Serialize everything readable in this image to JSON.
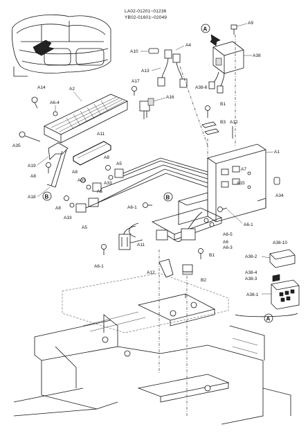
{
  "header": {
    "serial_line_1": "LA02-01201~01236",
    "serial_line_2": "YB02-01601~02049"
  },
  "callouts": {
    "A": "A",
    "B": "B"
  },
  "labels": {
    "a1": "A1",
    "a2": "A2",
    "a4": "A4",
    "a5": "A5",
    "a6": "A6",
    "a6_1": "A6-1",
    "a6_3": "A6-3",
    "a6_4": "A6-4",
    "a6_5": "A6-5",
    "a7": "A7",
    "a8": "A8",
    "a9": "A9",
    "a10": "A10",
    "a11": "A11",
    "a12": "A12",
    "a13": "A13",
    "a14": "A14",
    "a15": "A15",
    "a16": "A16",
    "a17": "A17",
    "a18": "A18",
    "a19": "A19",
    "a33": "A33",
    "a34": "A34",
    "a35": "A35",
    "a38": "A38",
    "a38_1": "A38-1",
    "a38_2": "A38-2",
    "a38_3": "A38-3",
    "a38_4": "A38-4",
    "a38_6": "A38-6",
    "a38_10": "A38-10",
    "b1": "B1",
    "b2": "B2",
    "b3": "B3"
  },
  "colors": {
    "line": "#111111",
    "background": "#ffffff",
    "shade": "#dddddd"
  }
}
